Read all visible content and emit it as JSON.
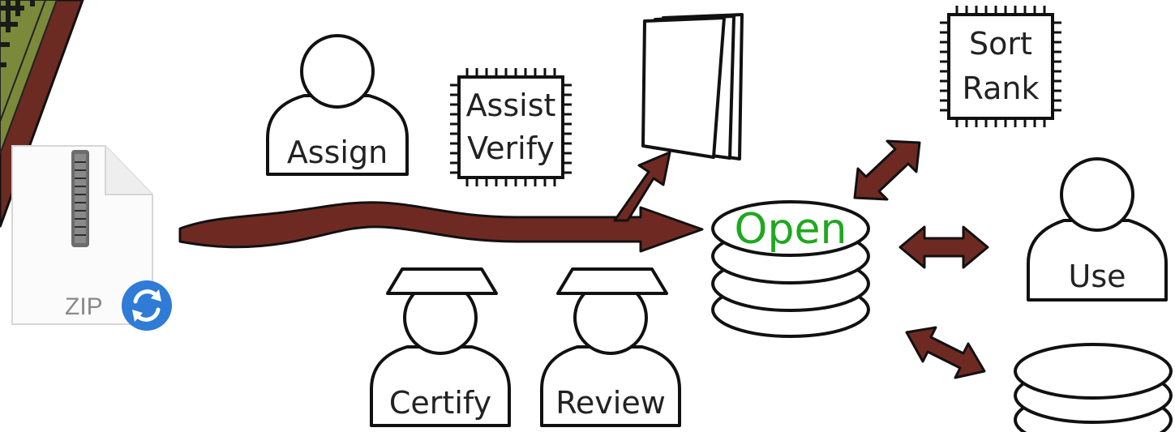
{
  "colors": {
    "arrow": "#6e2a22",
    "open_label": "#1fa81f",
    "outline": "#111111",
    "board_green": "#7a8a3a",
    "board_frame": "#6b2a22",
    "sync_badge": "#2f7bd6"
  },
  "labels": {
    "assign": "Assign",
    "assist": "Assist",
    "verify": "Verify",
    "sort": "Sort",
    "rank": "Rank",
    "open": "Open",
    "use": "Use",
    "certify": "Certify",
    "review": "Review",
    "zip": "ZIP"
  },
  "icons": {
    "zip_file": "zip-file-icon",
    "sync": "sync-icon",
    "person": "person-icon",
    "graduate": "graduate-icon",
    "chip": "chip-icon",
    "papers": "papers-icon",
    "database": "database-icon"
  }
}
